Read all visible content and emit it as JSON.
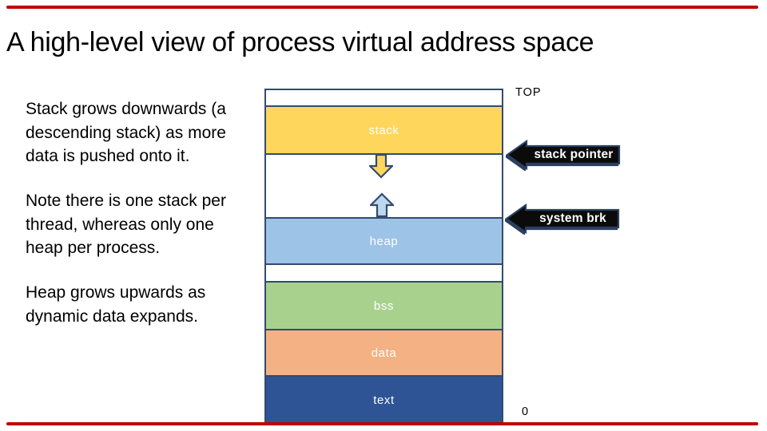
{
  "slide": {
    "title": "A high-level view of process virtual address space",
    "accent_color": "#C00000",
    "background": "#FFFFFF"
  },
  "notes": [
    {
      "lines": [
        "Stack grows downwards (a",
        "descending stack) as more",
        "data is pushed onto it."
      ]
    },
    {
      "lines": [
        "Note there is one stack per",
        "thread, whereas only one",
        "heap per process."
      ]
    },
    {
      "lines": [
        "Heap grows upwards as",
        "dynamic data expands."
      ]
    }
  ],
  "diagram": {
    "top_marker": "TOP",
    "bottom_marker": "0",
    "border_color": "#334B6E",
    "segments": [
      {
        "id": "free-top",
        "label": "",
        "fill": "#FFFFFF"
      },
      {
        "id": "stack",
        "label": "stack",
        "fill": "#FFD65C"
      },
      {
        "id": "gap-between-stack-and-heap",
        "label": "",
        "fill": "#FFFFFF"
      },
      {
        "id": "heap",
        "label": "heap",
        "fill": "#9DC3E6"
      },
      {
        "id": "free-mid",
        "label": "",
        "fill": "#FFFFFF"
      },
      {
        "id": "bss",
        "label": "bss",
        "fill": "#A9D18E"
      },
      {
        "id": "data",
        "label": "data",
        "fill": "#F4B183"
      },
      {
        "id": "text",
        "label": "text",
        "fill": "#2E5496"
      }
    ],
    "stack_growth_arrow": {
      "direction": "down",
      "fill": "#FFD65C",
      "outline": "#334B6E"
    },
    "heap_growth_arrow": {
      "direction": "up",
      "fill": "#BDD7EE",
      "outline": "#334B6E"
    }
  },
  "callouts": [
    {
      "label": "stack pointer",
      "fill": "#0B0B0C",
      "outline": "#2B3F60"
    },
    {
      "label": "system brk",
      "fill": "#0B0B0C",
      "outline": "#2B3F60"
    }
  ]
}
